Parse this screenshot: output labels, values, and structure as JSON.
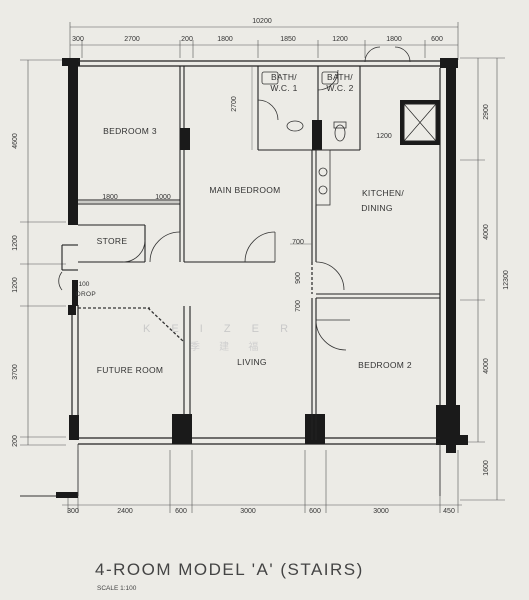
{
  "title": "4-ROOM MODEL 'A' (STAIRS)",
  "scale": "SCALE  1:100",
  "watermark": {
    "latin": "K E I Z E R",
    "chinese": "季 建 福"
  },
  "rooms": {
    "bedroom3": "BEDROOM 3",
    "main_bedroom": "MAIN BEDROOM",
    "bath1_line1": "BATH/",
    "bath1_line2": "W.C. 1",
    "bath2_line1": "BATH/",
    "bath2_line2": "W.C. 2",
    "kitchen_line1": "KITCHEN/",
    "kitchen_line2": "DINING",
    "store": "STORE",
    "drop": "DROP",
    "future_room": "FUTURE ROOM",
    "living": "LIVING",
    "bedroom2": "BEDROOM 2"
  },
  "top_dimensions": {
    "overall": "10200",
    "segments": [
      "300",
      "2700",
      "200",
      "1800",
      "1850",
      "1200",
      "1800",
      "600"
    ]
  },
  "bottom_dimensions": {
    "segments": [
      "300",
      "2400",
      "600",
      "3000",
      "600",
      "3000",
      "450"
    ]
  },
  "left_dimensions": {
    "segments": [
      "4600",
      "1200",
      "1200",
      "3700",
      "200"
    ]
  },
  "right_dimensions": {
    "overall": "12300",
    "segments": [
      "2900",
      "4000",
      "4000",
      "1600"
    ]
  },
  "interior_dimensions": {
    "bath_depth": "2700",
    "bath_width": "1200",
    "bed3_left": "1800",
    "bed3_right": "1000",
    "door_mb": "700",
    "hall_900": "900",
    "hall_700": "700",
    "drop_width": "100"
  }
}
